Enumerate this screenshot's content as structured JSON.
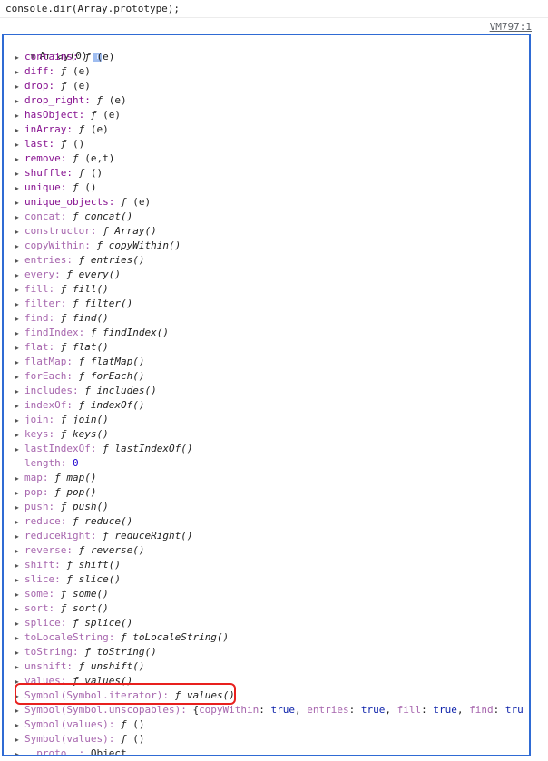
{
  "console": {
    "command": "console.dir(Array.prototype);",
    "source_link": "VM797:1"
  },
  "object": {
    "header": "Array(0)",
    "info_badge": "i",
    "func_marker": "ƒ",
    "rows": [
      {
        "key": "contains",
        "kind": "own",
        "expandable": true,
        "value": "(e)",
        "native": false
      },
      {
        "key": "diff",
        "kind": "own",
        "expandable": true,
        "value": "(e)",
        "native": false
      },
      {
        "key": "drop",
        "kind": "own",
        "expandable": true,
        "value": "(e)",
        "native": false
      },
      {
        "key": "drop_right",
        "kind": "own",
        "expandable": true,
        "value": "(e)",
        "native": false
      },
      {
        "key": "hasObject",
        "kind": "own",
        "expandable": true,
        "value": "(e)",
        "native": false
      },
      {
        "key": "inArray",
        "kind": "own",
        "expandable": true,
        "value": "(e)",
        "native": false
      },
      {
        "key": "last",
        "kind": "own",
        "expandable": true,
        "value": "()",
        "native": false
      },
      {
        "key": "remove",
        "kind": "own",
        "expandable": true,
        "value": "(e,t)",
        "native": false
      },
      {
        "key": "shuffle",
        "kind": "own",
        "expandable": true,
        "value": "()",
        "native": false
      },
      {
        "key": "unique",
        "kind": "own",
        "expandable": true,
        "value": "()",
        "native": false
      },
      {
        "key": "unique_objects",
        "kind": "own",
        "expandable": true,
        "value": "(e)",
        "native": false
      },
      {
        "key": "concat",
        "kind": "inh",
        "expandable": true,
        "value": "concat()",
        "native": true
      },
      {
        "key": "constructor",
        "kind": "inh",
        "expandable": true,
        "value": "Array()",
        "native": true
      },
      {
        "key": "copyWithin",
        "kind": "inh",
        "expandable": true,
        "value": "copyWithin()",
        "native": true
      },
      {
        "key": "entries",
        "kind": "inh",
        "expandable": true,
        "value": "entries()",
        "native": true
      },
      {
        "key": "every",
        "kind": "inh",
        "expandable": true,
        "value": "every()",
        "native": true
      },
      {
        "key": "fill",
        "kind": "inh",
        "expandable": true,
        "value": "fill()",
        "native": true
      },
      {
        "key": "filter",
        "kind": "inh",
        "expandable": true,
        "value": "filter()",
        "native": true
      },
      {
        "key": "find",
        "kind": "inh",
        "expandable": true,
        "value": "find()",
        "native": true
      },
      {
        "key": "findIndex",
        "kind": "inh",
        "expandable": true,
        "value": "findIndex()",
        "native": true
      },
      {
        "key": "flat",
        "kind": "inh",
        "expandable": true,
        "value": "flat()",
        "native": true
      },
      {
        "key": "flatMap",
        "kind": "inh",
        "expandable": true,
        "value": "flatMap()",
        "native": true
      },
      {
        "key": "forEach",
        "kind": "inh",
        "expandable": true,
        "value": "forEach()",
        "native": true
      },
      {
        "key": "includes",
        "kind": "inh",
        "expandable": true,
        "value": "includes()",
        "native": true
      },
      {
        "key": "indexOf",
        "kind": "inh",
        "expandable": true,
        "value": "indexOf()",
        "native": true
      },
      {
        "key": "join",
        "kind": "inh",
        "expandable": true,
        "value": "join()",
        "native": true
      },
      {
        "key": "keys",
        "kind": "inh",
        "expandable": true,
        "value": "keys()",
        "native": true
      },
      {
        "key": "lastIndexOf",
        "kind": "inh",
        "expandable": true,
        "value": "lastIndexOf()",
        "native": true
      },
      {
        "key": "length",
        "kind": "inh",
        "expandable": false,
        "value": "0",
        "native": false,
        "number": true
      },
      {
        "key": "map",
        "kind": "inh",
        "expandable": true,
        "value": "map()",
        "native": true
      },
      {
        "key": "pop",
        "kind": "inh",
        "expandable": true,
        "value": "pop()",
        "native": true
      },
      {
        "key": "push",
        "kind": "inh",
        "expandable": true,
        "value": "push()",
        "native": true
      },
      {
        "key": "reduce",
        "kind": "inh",
        "expandable": true,
        "value": "reduce()",
        "native": true
      },
      {
        "key": "reduceRight",
        "kind": "inh",
        "expandable": true,
        "value": "reduceRight()",
        "native": true
      },
      {
        "key": "reverse",
        "kind": "inh",
        "expandable": true,
        "value": "reverse()",
        "native": true
      },
      {
        "key": "shift",
        "kind": "inh",
        "expandable": true,
        "value": "shift()",
        "native": true
      },
      {
        "key": "slice",
        "kind": "inh",
        "expandable": true,
        "value": "slice()",
        "native": true
      },
      {
        "key": "some",
        "kind": "inh",
        "expandable": true,
        "value": "some()",
        "native": true
      },
      {
        "key": "sort",
        "kind": "inh",
        "expandable": true,
        "value": "sort()",
        "native": true
      },
      {
        "key": "splice",
        "kind": "inh",
        "expandable": true,
        "value": "splice()",
        "native": true
      },
      {
        "key": "toLocaleString",
        "kind": "inh",
        "expandable": true,
        "value": "toLocaleString()",
        "native": true
      },
      {
        "key": "toString",
        "kind": "inh",
        "expandable": true,
        "value": "toString()",
        "native": true
      },
      {
        "key": "unshift",
        "kind": "inh",
        "expandable": true,
        "value": "unshift()",
        "native": true
      },
      {
        "key": "values",
        "kind": "inh",
        "expandable": true,
        "value": "values()",
        "native": true
      },
      {
        "key": "Symbol(Symbol.iterator)",
        "kind": "inh",
        "expandable": true,
        "value": "values()",
        "native": true,
        "highlighted": true
      },
      {
        "key": "Symbol(Symbol.unscopables)",
        "kind": "inh",
        "expandable": true,
        "unscopables": true
      },
      {
        "key": "Symbol(values)",
        "kind": "inh",
        "expandable": true,
        "value": "()",
        "native": false
      },
      {
        "key": "Symbol(values)",
        "kind": "inh",
        "expandable": true,
        "value": "()",
        "native": false
      },
      {
        "key": "__proto__",
        "kind": "inh",
        "expandable": true,
        "value": "Object",
        "proto": true
      }
    ],
    "unscopables_preview": {
      "open": "{",
      "pairs": [
        {
          "k": "copyWithin",
          "v": "true"
        },
        {
          "k": "entries",
          "v": "true"
        },
        {
          "k": "fill",
          "v": "true"
        },
        {
          "k": "find",
          "v": "tru"
        }
      ]
    }
  },
  "colors": {
    "own_key": "#881391",
    "inherited_key": "#a766ae",
    "panel_border": "#2f6bd4",
    "annotation": "#e8201e",
    "number": "#1c00cf",
    "boolean": "#0d22aa"
  }
}
